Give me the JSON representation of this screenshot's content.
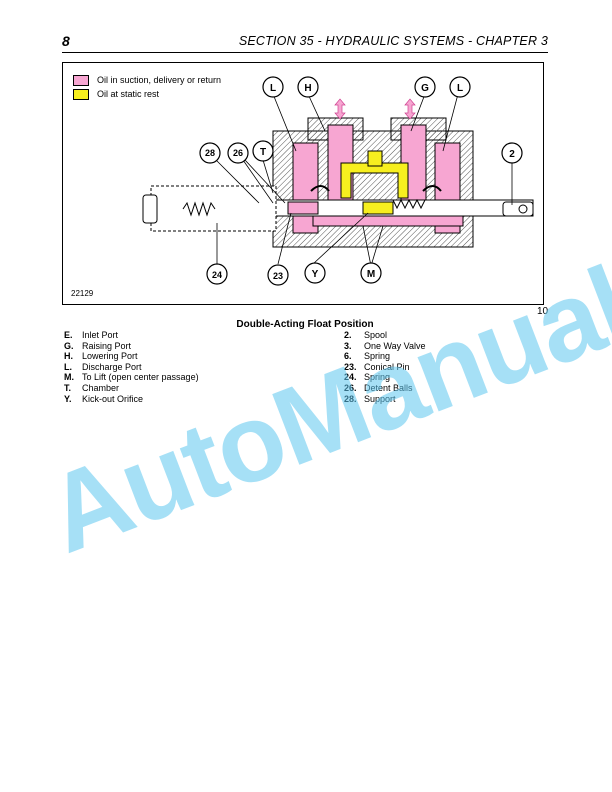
{
  "header": {
    "page_number": "8",
    "section_title": "SECTION 35 - HYDRAULIC SYSTEMS - CHAPTER 3"
  },
  "figure": {
    "legend": [
      {
        "label": "Oil in suction, delivery or return",
        "color": "#f7a6d2"
      },
      {
        "label": "Oil at static rest",
        "color": "#f7ef1f"
      }
    ],
    "callouts": [
      "L",
      "H",
      "G",
      "L",
      "28",
      "26",
      "T",
      "2",
      "24",
      "23",
      "Y",
      "M"
    ],
    "figure_id": "22129",
    "figure_number": "10",
    "caption": "Double-Acting Float Position"
  },
  "key_left": [
    {
      "code": "E.",
      "text": "Inlet Port"
    },
    {
      "code": "G.",
      "text": "Raising Port"
    },
    {
      "code": "H.",
      "text": "Lowering Port"
    },
    {
      "code": "L.",
      "text": "Discharge Port"
    },
    {
      "code": "M.",
      "text": "To Lift (open center passage)"
    },
    {
      "code": "T.",
      "text": "Chamber"
    },
    {
      "code": "Y.",
      "text": "Kick-out Orifice"
    }
  ],
  "key_right": [
    {
      "code": "2.",
      "text": "Spool"
    },
    {
      "code": "3.",
      "text": "One Way Valve"
    },
    {
      "code": "6.",
      "text": "Spring"
    },
    {
      "code": "23.",
      "text": "Conical Pin"
    },
    {
      "code": "24.",
      "text": "Spring"
    },
    {
      "code": "26.",
      "text": "Detent Balls"
    },
    {
      "code": "28.",
      "text": "Support"
    }
  ],
  "watermark": "AutoManual"
}
